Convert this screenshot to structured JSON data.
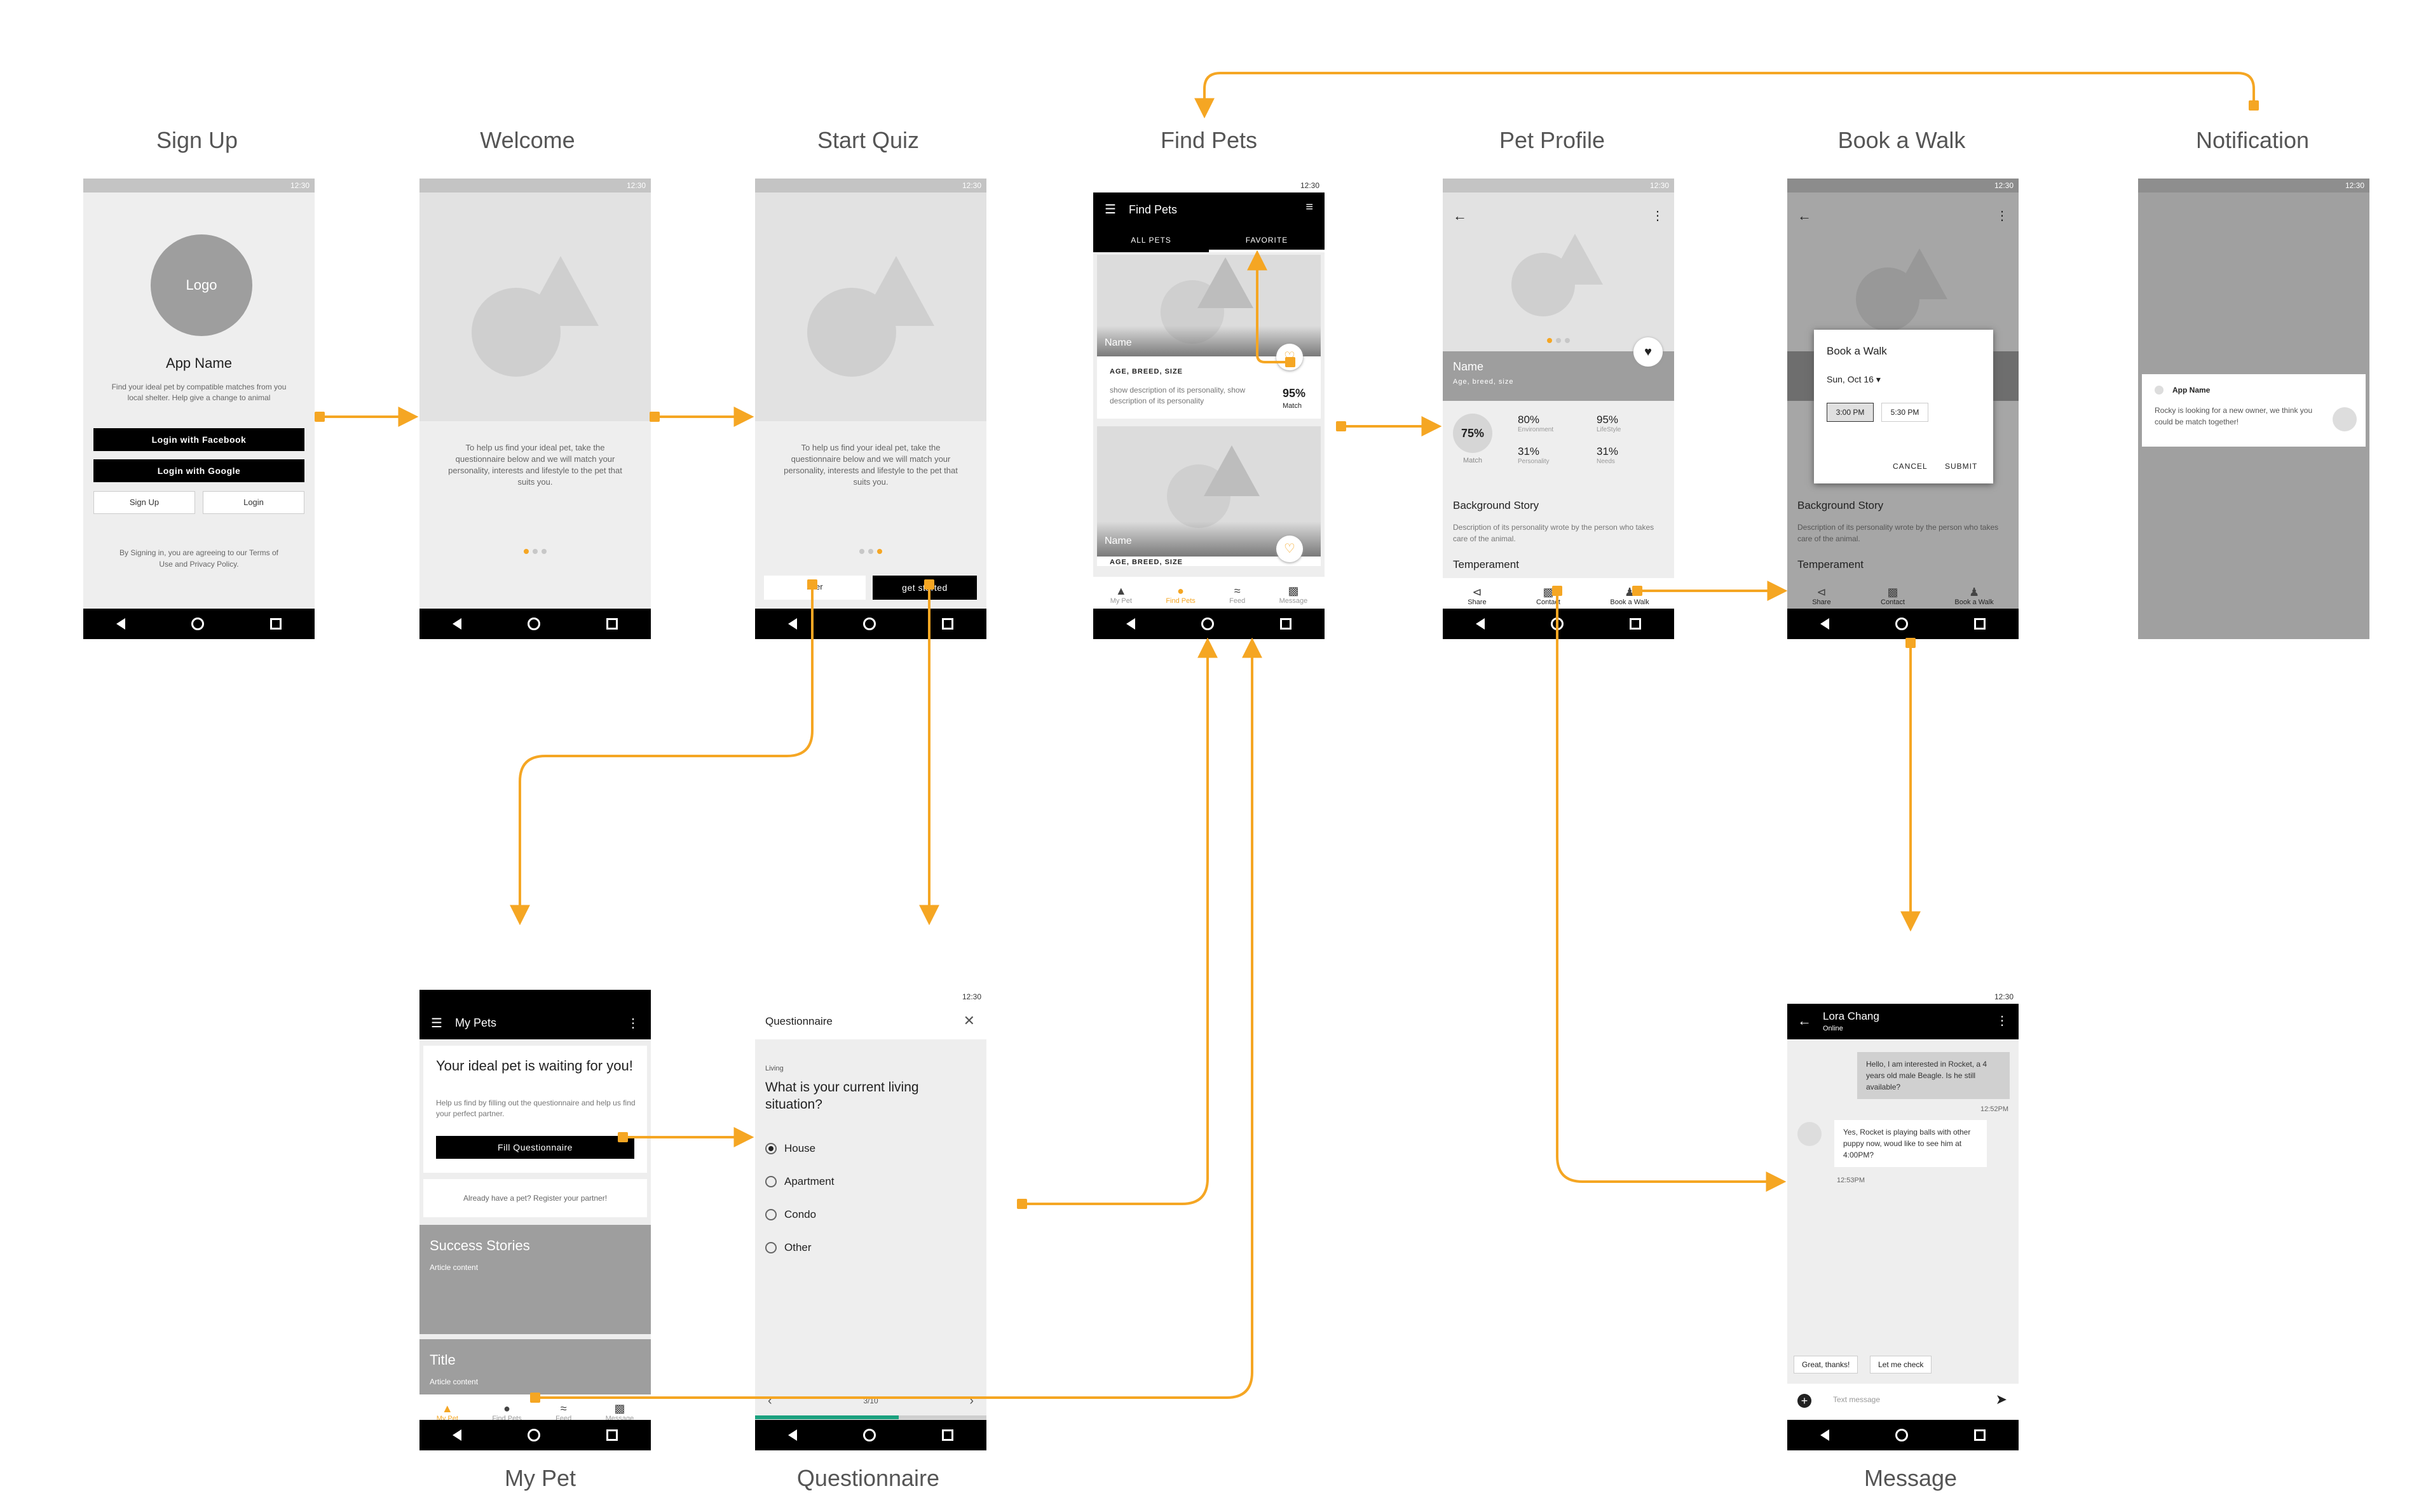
{
  "screens": {
    "signup": {
      "title": "Sign Up",
      "logo": "Logo",
      "app_name": "App Name",
      "tagline": "Find your ideal pet by compatible matches from you local shelter. Help give a change to animal",
      "fb": "Login with Facebook",
      "google": "Login with Google",
      "signup": "Sign Up",
      "login": "Login",
      "terms": "By Signing in, you are agreeing to our Terms of Use and Privacy Policy."
    },
    "welcome": {
      "title": "Welcome",
      "body": "To help us find your ideal pet, take the questionnaire below and we will match your personality, interests and lifestyle to the pet that suits you."
    },
    "startquiz": {
      "title": "Start Quiz",
      "body": "To help us find your ideal pet, take the questionnaire below and we will match your personality, interests and lifestyle to the pet that suits you.",
      "later": "later",
      "get_started": "get started"
    },
    "findpets": {
      "title": "Find Pets",
      "appbar": "Find Pets",
      "tab_all": "ALL PETS",
      "tab_fav": "FAVORITE",
      "card1_name": "Name",
      "card1_meta": "AGE, BREED, SIZE",
      "card1_desc": "show description of its personality, show description of its personality",
      "card1_match": "95%",
      "card1_match_label": "Match",
      "card2_name": "Name",
      "card2_meta": "AGE, BREED, SIZE"
    },
    "petprofile": {
      "title": "Pet Profile",
      "name": "Name",
      "meta": "Age, breed, size",
      "match": "75%",
      "match_label": "Match",
      "stats": [
        {
          "v": "80%",
          "l": "Environment"
        },
        {
          "v": "95%",
          "l": "LifeStyle"
        },
        {
          "v": "31%",
          "l": "Personality"
        },
        {
          "v": "31%",
          "l": "Needs"
        }
      ],
      "bg_title": "Background Story",
      "bg_desc": "Description of its personality wrote by the person who takes care of the animal.",
      "temperament": "Temperament"
    },
    "bookwalk": {
      "title": "Book a Walk",
      "dialog_title": "Book a Walk",
      "date": "Sun, Oct 16",
      "time1": "3:00 PM",
      "time2": "5:30 PM",
      "cancel": "CANCEL",
      "submit": "SUBMIT",
      "bg_title": "Background Story",
      "bg_desc": "Description of its personality wrote by the person who takes care of the animal.",
      "temperament": "Temperament"
    },
    "notification": {
      "title": "Notification",
      "app": "App Name",
      "text": "Rocky is looking for a new owner, we think you could be match together!"
    },
    "mypet": {
      "title": "My Pet",
      "appbar": "My Pets",
      "headline": "Your ideal pet is waiting for you!",
      "sub": "Help us find by filling out the questionnaire and help us find your perfect partner.",
      "fill": "Fill Questionnaire",
      "register": "Already have a pet? Register your partner!",
      "stories": "Success Stories",
      "article": "Article content",
      "title2": "Title",
      "article2": "Article content"
    },
    "questionnaire": {
      "title": "Questionnaire",
      "appbar": "Questionnaire",
      "section": "Living",
      "question": "What is your current living situation?",
      "options": [
        "House",
        "Apartment",
        "Condo",
        "Other"
      ],
      "progress": "3/10"
    },
    "message": {
      "title": "Message",
      "contact": "Lora Chang",
      "status": "Online",
      "msg1": "Hello, I am interested in Rocket, a 4 years old male Beagle. Is he still available?",
      "time1": "12:52PM",
      "msg2": "Yes, Rocket is playing balls with other puppy now, woud like to see him at 4:00PM?",
      "time2": "12:53PM",
      "quick1": "Great, thanks!",
      "quick2": "Let me check",
      "placeholder": "Text message"
    }
  },
  "tabs": {
    "mypet": "My Pet",
    "findpets": "Find Pets",
    "feed": "Feed",
    "message": "Message",
    "share": "Share",
    "contact": "Contact",
    "bookwalk": "Book a Walk"
  },
  "status_time": "12:30",
  "colors": {
    "accent": "#f5a623",
    "dark": "#000000",
    "placeholder": "#e2e2e2"
  }
}
